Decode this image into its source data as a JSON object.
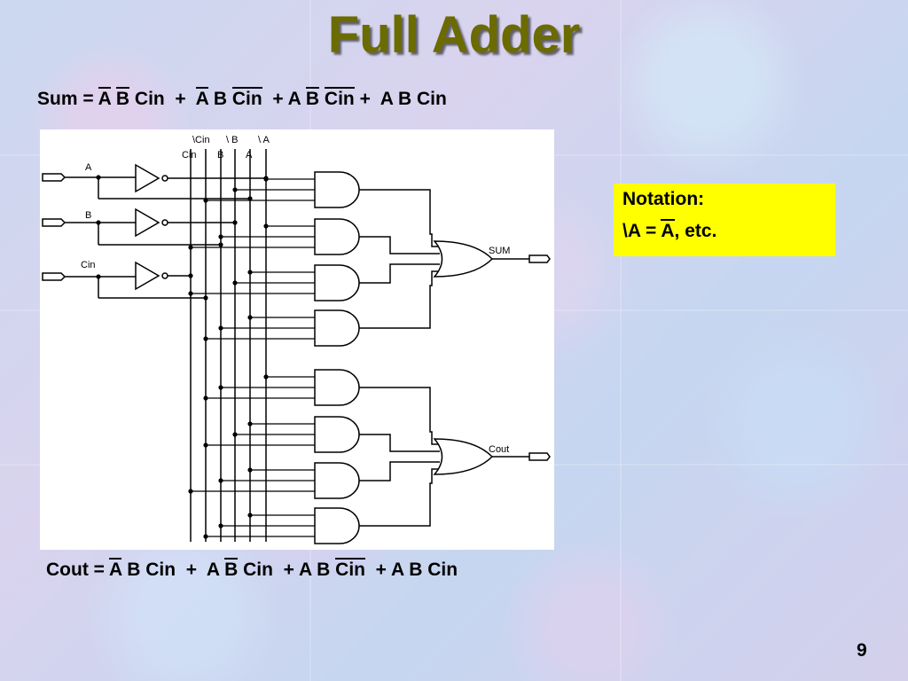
{
  "title": "Full Adder",
  "sum_equation": {
    "terms": [
      {
        "overlined": true,
        "text": "A"
      },
      {
        "overlined": true,
        "text": "B"
      },
      {
        "overlined": false,
        "text": "Cin"
      },
      {
        "overlined": true,
        "text": "A"
      },
      {
        "overlined": false,
        "text": "B"
      },
      {
        "overlined": true,
        "text": "Cin"
      },
      {
        "overlined": false,
        "text": "A"
      },
      {
        "overlined": true,
        "text": "B"
      },
      {
        "overlined": true,
        "text": "Cin"
      },
      {
        "overlined": false,
        "text": "A B Cin"
      }
    ],
    "prefix": "Sum = ",
    "plus": "+"
  },
  "cout_equation": {
    "prefix": "Cout = ",
    "plus": "+",
    "terms": [
      {
        "overlined": true,
        "text": "A"
      },
      {
        "overlined": false,
        "text": "B Cin"
      },
      {
        "overlined": false,
        "text": "A"
      },
      {
        "overlined": true,
        "text": "B"
      },
      {
        "overlined": false,
        "text": "Cin"
      },
      {
        "overlined": false,
        "text": "A B"
      },
      {
        "overlined": true,
        "text": "Cin"
      },
      {
        "overlined": false,
        "text": "A B Cin"
      }
    ]
  },
  "notation": {
    "heading": "Notation:",
    "line_prefix": "\\A = ",
    "line_overlined": "A",
    "line_suffix": ", etc."
  },
  "diagram": {
    "inputs": [
      "A",
      "B",
      "Cin"
    ],
    "bus_top_labels": [
      "\\Cin",
      "\\ B",
      "\\ A"
    ],
    "bus_bottom_labels": [
      "Cin",
      "B",
      "A"
    ],
    "outputs": [
      "SUM",
      "Cout"
    ],
    "gates": {
      "inverters": 3,
      "and_gates": 8,
      "or_gates": 2
    }
  },
  "page_number": "9",
  "colors": {
    "title": "#6b6b00",
    "notation_bg": "#ffff00",
    "panel_bg": "#ffffff"
  }
}
